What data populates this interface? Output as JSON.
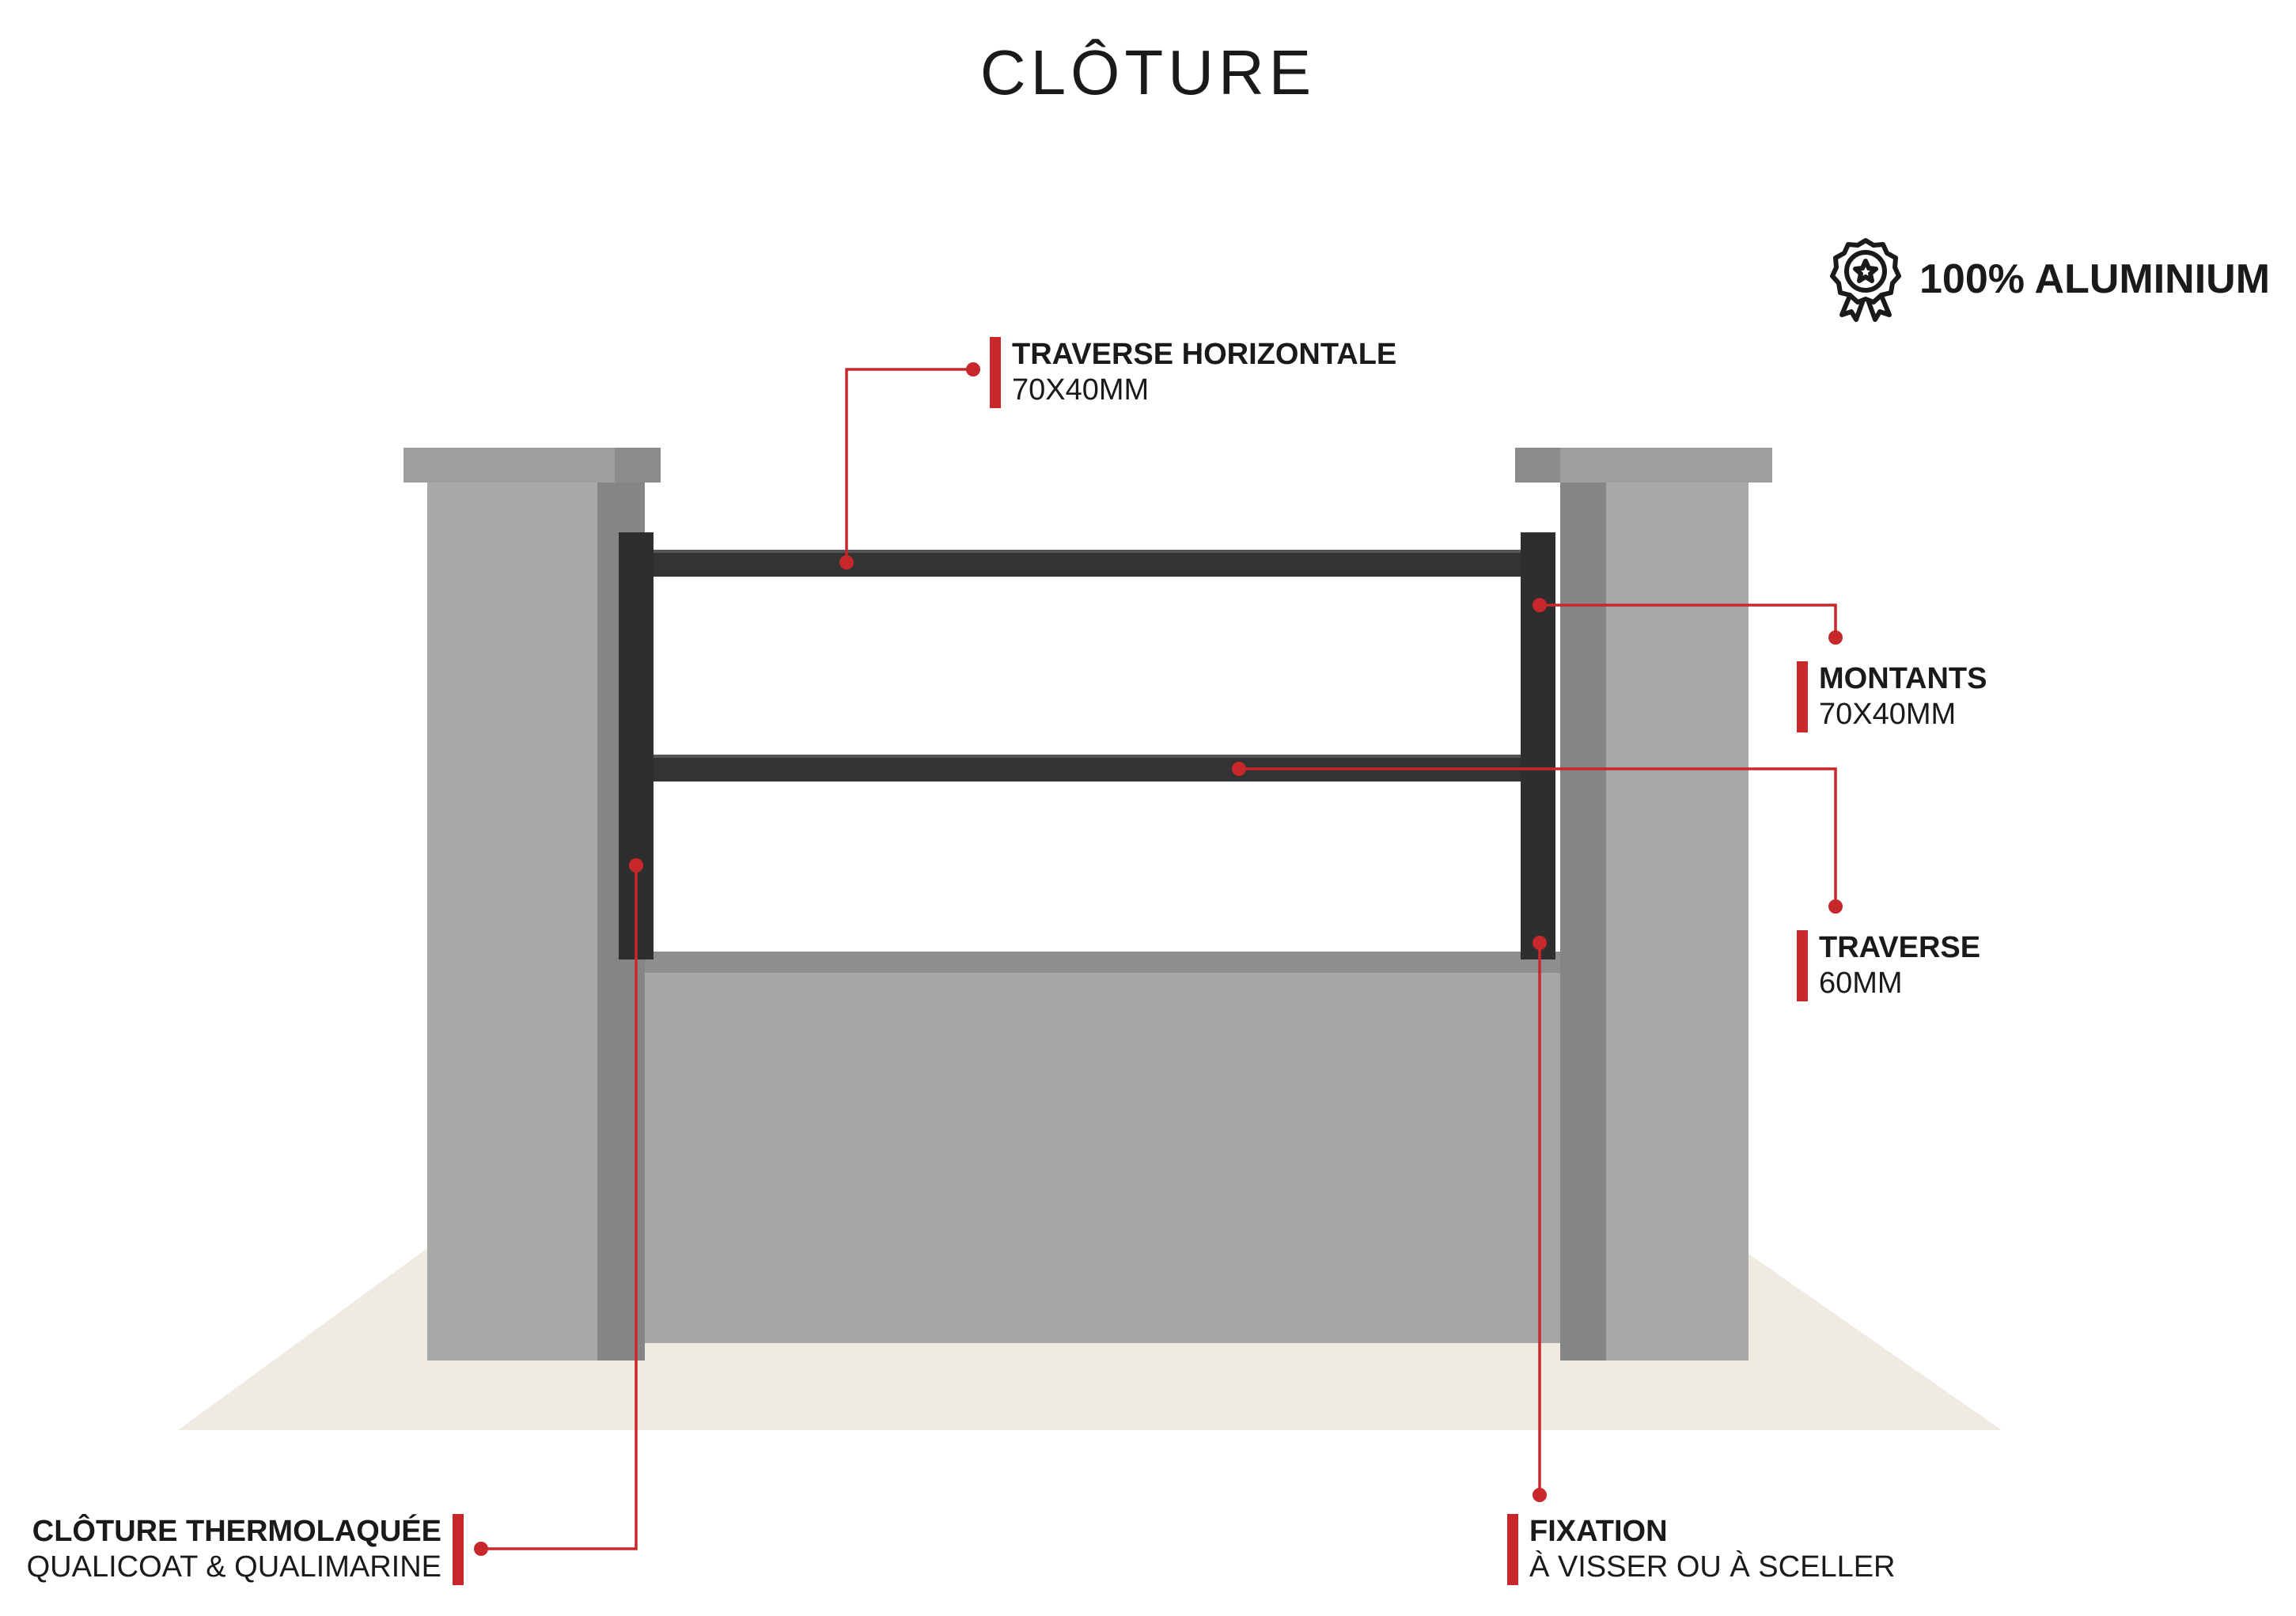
{
  "title": "CLÔTURE",
  "badge": {
    "label": "100% ALUMINIUM",
    "icon": "award-rosette-icon"
  },
  "callouts": {
    "traverse_horizontale": {
      "title": "TRAVERSE HORIZONTALE",
      "subtitle": "70X40MM"
    },
    "montants": {
      "title": "MONTANTS",
      "subtitle": "70X40MM"
    },
    "traverse": {
      "title": "TRAVERSE",
      "subtitle": "60MM"
    },
    "thermolaquee": {
      "title": "CLÔTURE THERMOLAQUÉE",
      "subtitle": "QUALICOAT & QUALIMARINE"
    },
    "fixation": {
      "title": "FIXATION",
      "subtitle": "À VISSER OU À SCELLER"
    }
  },
  "colors": {
    "accent": "#c8282b",
    "frame": "#2f2f2f",
    "pillar": "#a7a8a8",
    "pillar_shadow": "#858585",
    "ground": "#efebe3"
  }
}
